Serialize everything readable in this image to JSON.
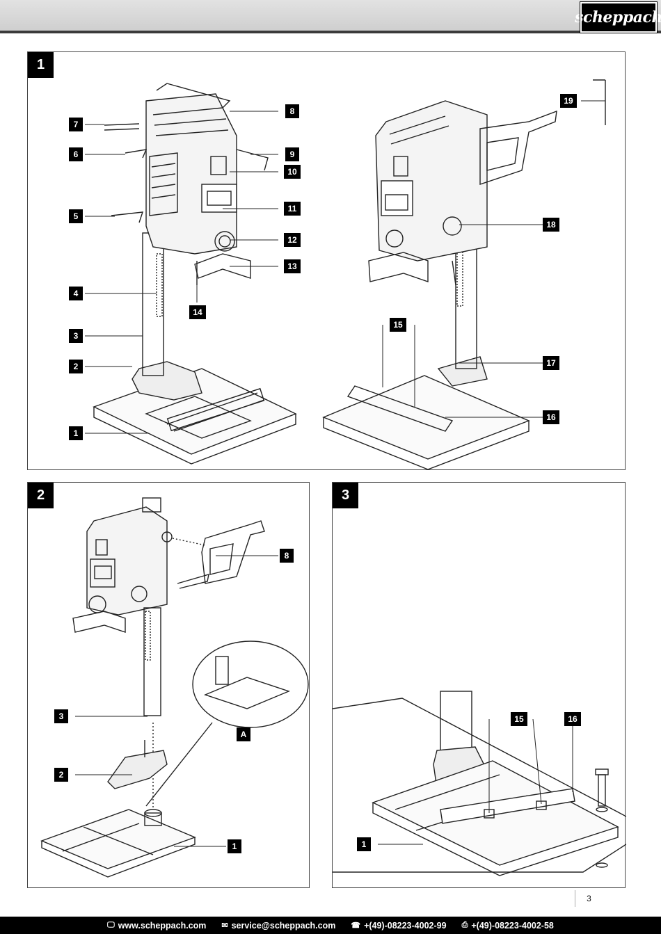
{
  "header": {
    "brand": "scheppach"
  },
  "figures": [
    {
      "number": "1",
      "callouts": [
        "1",
        "2",
        "3",
        "4",
        "5",
        "6",
        "7",
        "8",
        "9",
        "10",
        "11",
        "12",
        "13",
        "14",
        "15",
        "16",
        "17",
        "18",
        "19"
      ]
    },
    {
      "number": "2",
      "callouts": [
        "8",
        "3",
        "2",
        "1",
        "A"
      ]
    },
    {
      "number": "3",
      "callouts": [
        "15",
        "16",
        "1"
      ]
    }
  ],
  "page_number": "3",
  "footer": {
    "website": "www.scheppach.com",
    "email": "service@scheppach.com",
    "phone": "+(49)-08223-4002-99",
    "fax": "+(49)-08223-4002-58"
  }
}
